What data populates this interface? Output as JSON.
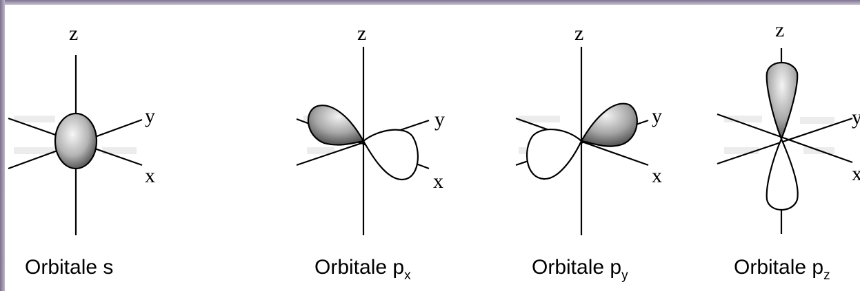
{
  "orbitals": [
    {
      "axis_z": "z",
      "axis_y": "y",
      "axis_x": "x",
      "caption": "Orbitale s",
      "caption_sub": ""
    },
    {
      "axis_z": "z",
      "axis_y": "y",
      "axis_x": "x",
      "caption": "Orbitale p",
      "caption_sub": "x"
    },
    {
      "axis_z": "z",
      "axis_y": "y",
      "axis_x": "x",
      "caption": "Orbitale p",
      "caption_sub": "y"
    },
    {
      "axis_z": "z",
      "axis_y": "y",
      "axis_x": "x",
      "caption": "Orbitale p",
      "caption_sub": "z"
    }
  ],
  "colors": {
    "frame_bar": "#8a7f9c",
    "lobe_shade_dark": "#3a3a3a",
    "lobe_shade_light": "#f4f4f4"
  }
}
